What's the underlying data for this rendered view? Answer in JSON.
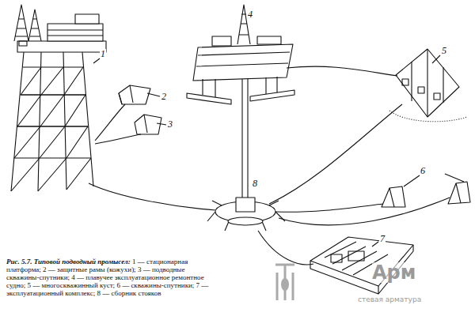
{
  "diagram": {
    "caption": "Рис. 5.7. Типовой подводный промысел:",
    "labels": [
      "1",
      "2",
      "3",
      "4",
      "5",
      "6",
      "7",
      "8",
      "1 — стационарная платформа;",
      "2 — защитные рамы (кожухи);",
      "3 — подводные скважины-спутники;",
      "4 — плавучее эксплуатационное ремонтное судно;",
      "5 — многоскважинный куст;",
      "6 — скважины-спутники;",
      "7 — эксплуатационный комплекс;",
      "8 — сборник стояков",
      "Арм",
      "стевая арматура"
    ]
  }
}
